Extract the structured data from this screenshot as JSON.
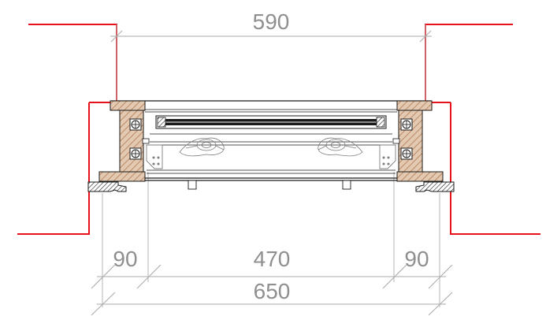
{
  "dimensions": {
    "top_width": "590",
    "side_left": "90",
    "center": "470",
    "side_right": "90",
    "overall": "650"
  },
  "colors": {
    "opening_outline": "#e8101a",
    "dimension_text": "#8f8f8f",
    "dimension_line": "#a9a9a9",
    "frame_hatch_fill": "#e3c8b2",
    "frame_hatch_line": "#b07a52",
    "linework": "#1a1a1a"
  }
}
